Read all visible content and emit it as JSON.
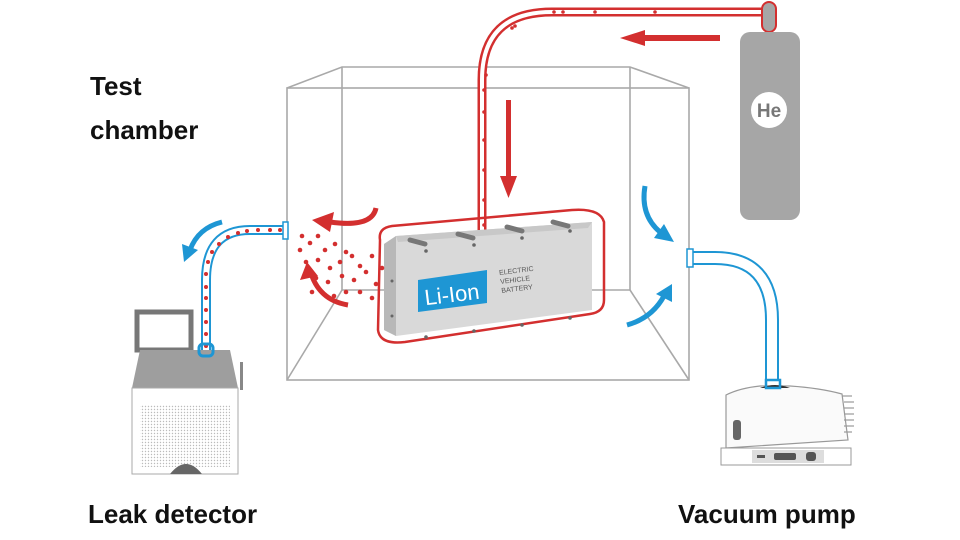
{
  "labels": {
    "test_chamber_line1": "Test",
    "test_chamber_line2": "chamber",
    "leak_detector": "Leak detector",
    "vacuum_pump": "Vacuum pump"
  },
  "battery": {
    "badge": "Li-Ion",
    "line1": "ELECTRIC",
    "line2": "VEHICLE",
    "line3": "BATTERY"
  },
  "gas_cylinder": {
    "label": "He"
  },
  "colors": {
    "helium_red": "#d32f2f",
    "vacuum_blue": "#1e96d4",
    "chamber_gray": "#a9a9a9",
    "equipment_gray": "#a6a6a6",
    "battery_blue": "#1e96d4"
  }
}
